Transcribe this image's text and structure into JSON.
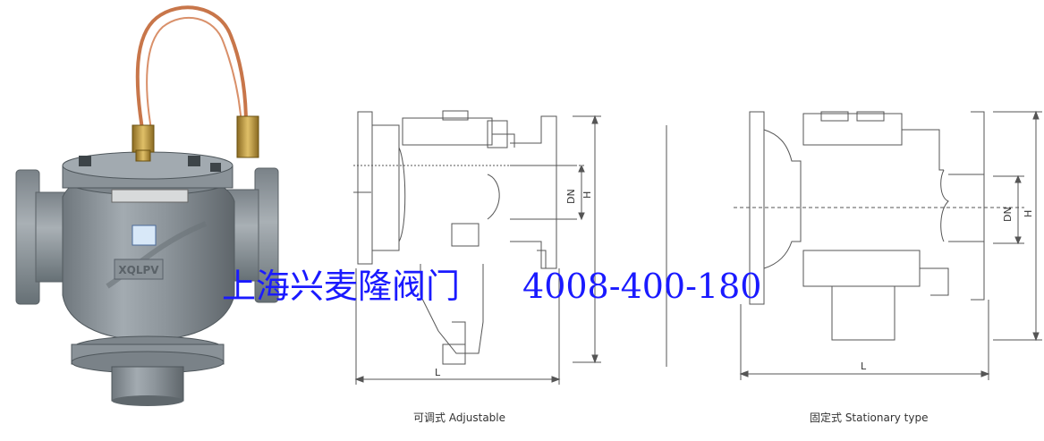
{
  "drawing_left": {
    "dim_L": "L",
    "dim_DN": "DN",
    "dim_H": "H",
    "caption": "可调式 Adjustable"
  },
  "drawing_right": {
    "dim_L": "L",
    "dim_DN": "DN",
    "dim_H": "H",
    "caption": "固定式 Stationary type"
  },
  "watermark": {
    "company": "上海兴麦隆阀门",
    "phone": "4008-400-180"
  },
  "product_photo": {
    "brand": "XQLPV",
    "colors": {
      "body": "#8d959b",
      "copper": "#c8764a",
      "brass": "#b8953a"
    }
  }
}
